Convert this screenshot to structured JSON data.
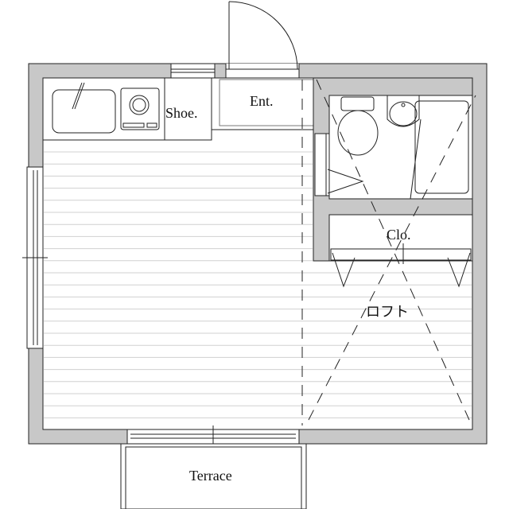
{
  "labels": {
    "shoe": "Shoe.",
    "entrance": "Ent.",
    "closet": "Clo.",
    "loft": "ロフト",
    "terrace": "Terrace"
  },
  "colors": {
    "wall": "#c8c8c8",
    "line": "#222222",
    "floor_stripe": "#d0d0d0"
  }
}
